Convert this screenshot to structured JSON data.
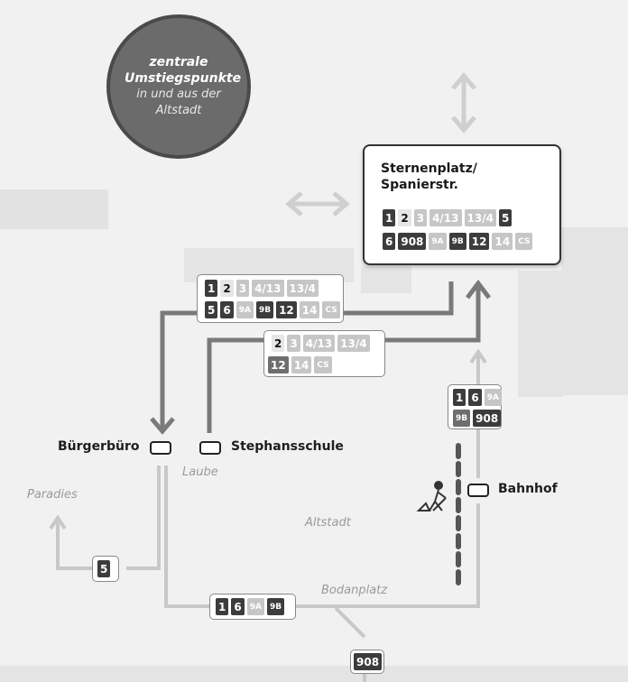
{
  "hub": {
    "title": "zentrale Umstiegspunkte",
    "subtitle": "in und aus der Altstadt"
  },
  "main_stop": {
    "name": "Sternenplatz/ Spanierstr.",
    "row1": [
      "1",
      "2",
      "3",
      "4/13",
      "13/4",
      "5"
    ],
    "row2": [
      "6",
      "908",
      "9A",
      "9B",
      "12",
      "14",
      "CS"
    ]
  },
  "box_a": {
    "row1": [
      "1",
      "2",
      "3",
      "4/13",
      "13/4"
    ],
    "row2": [
      "5",
      "6",
      "9A",
      "9B",
      "12",
      "14",
      "CS"
    ]
  },
  "box_b": {
    "row1": [
      "2",
      "3",
      "4/13",
      "13/4"
    ],
    "row2": [
      "12",
      "14",
      "CS"
    ]
  },
  "box_c": {
    "row1": [
      "1",
      "6",
      "9A"
    ],
    "row2": [
      "9B",
      "908"
    ]
  },
  "box_d": [
    "1",
    "6",
    "9A",
    "9B"
  ],
  "box_e": [
    "5"
  ],
  "box_f": [
    "908"
  ],
  "stops": {
    "buergerbuero": "Bürgerbüro",
    "stephansschule": "Stephansschule",
    "bahnhof": "Bahnhof"
  },
  "areas": {
    "laube": "Laube",
    "paradies": "Paradies",
    "altstadt": "Altstadt",
    "bodanplatz": "Bodanplatz"
  },
  "icons": {
    "construction": "construction-worker-icon",
    "updown": "vertical-arrow-icon",
    "leftright": "horizontal-arrow-icon"
  },
  "colors": {
    "line_dark": "#7a7a7a",
    "line_light": "#c8c8c8",
    "badge_dark": "#3c3c3c",
    "badge_light": "#c6c6c6"
  }
}
